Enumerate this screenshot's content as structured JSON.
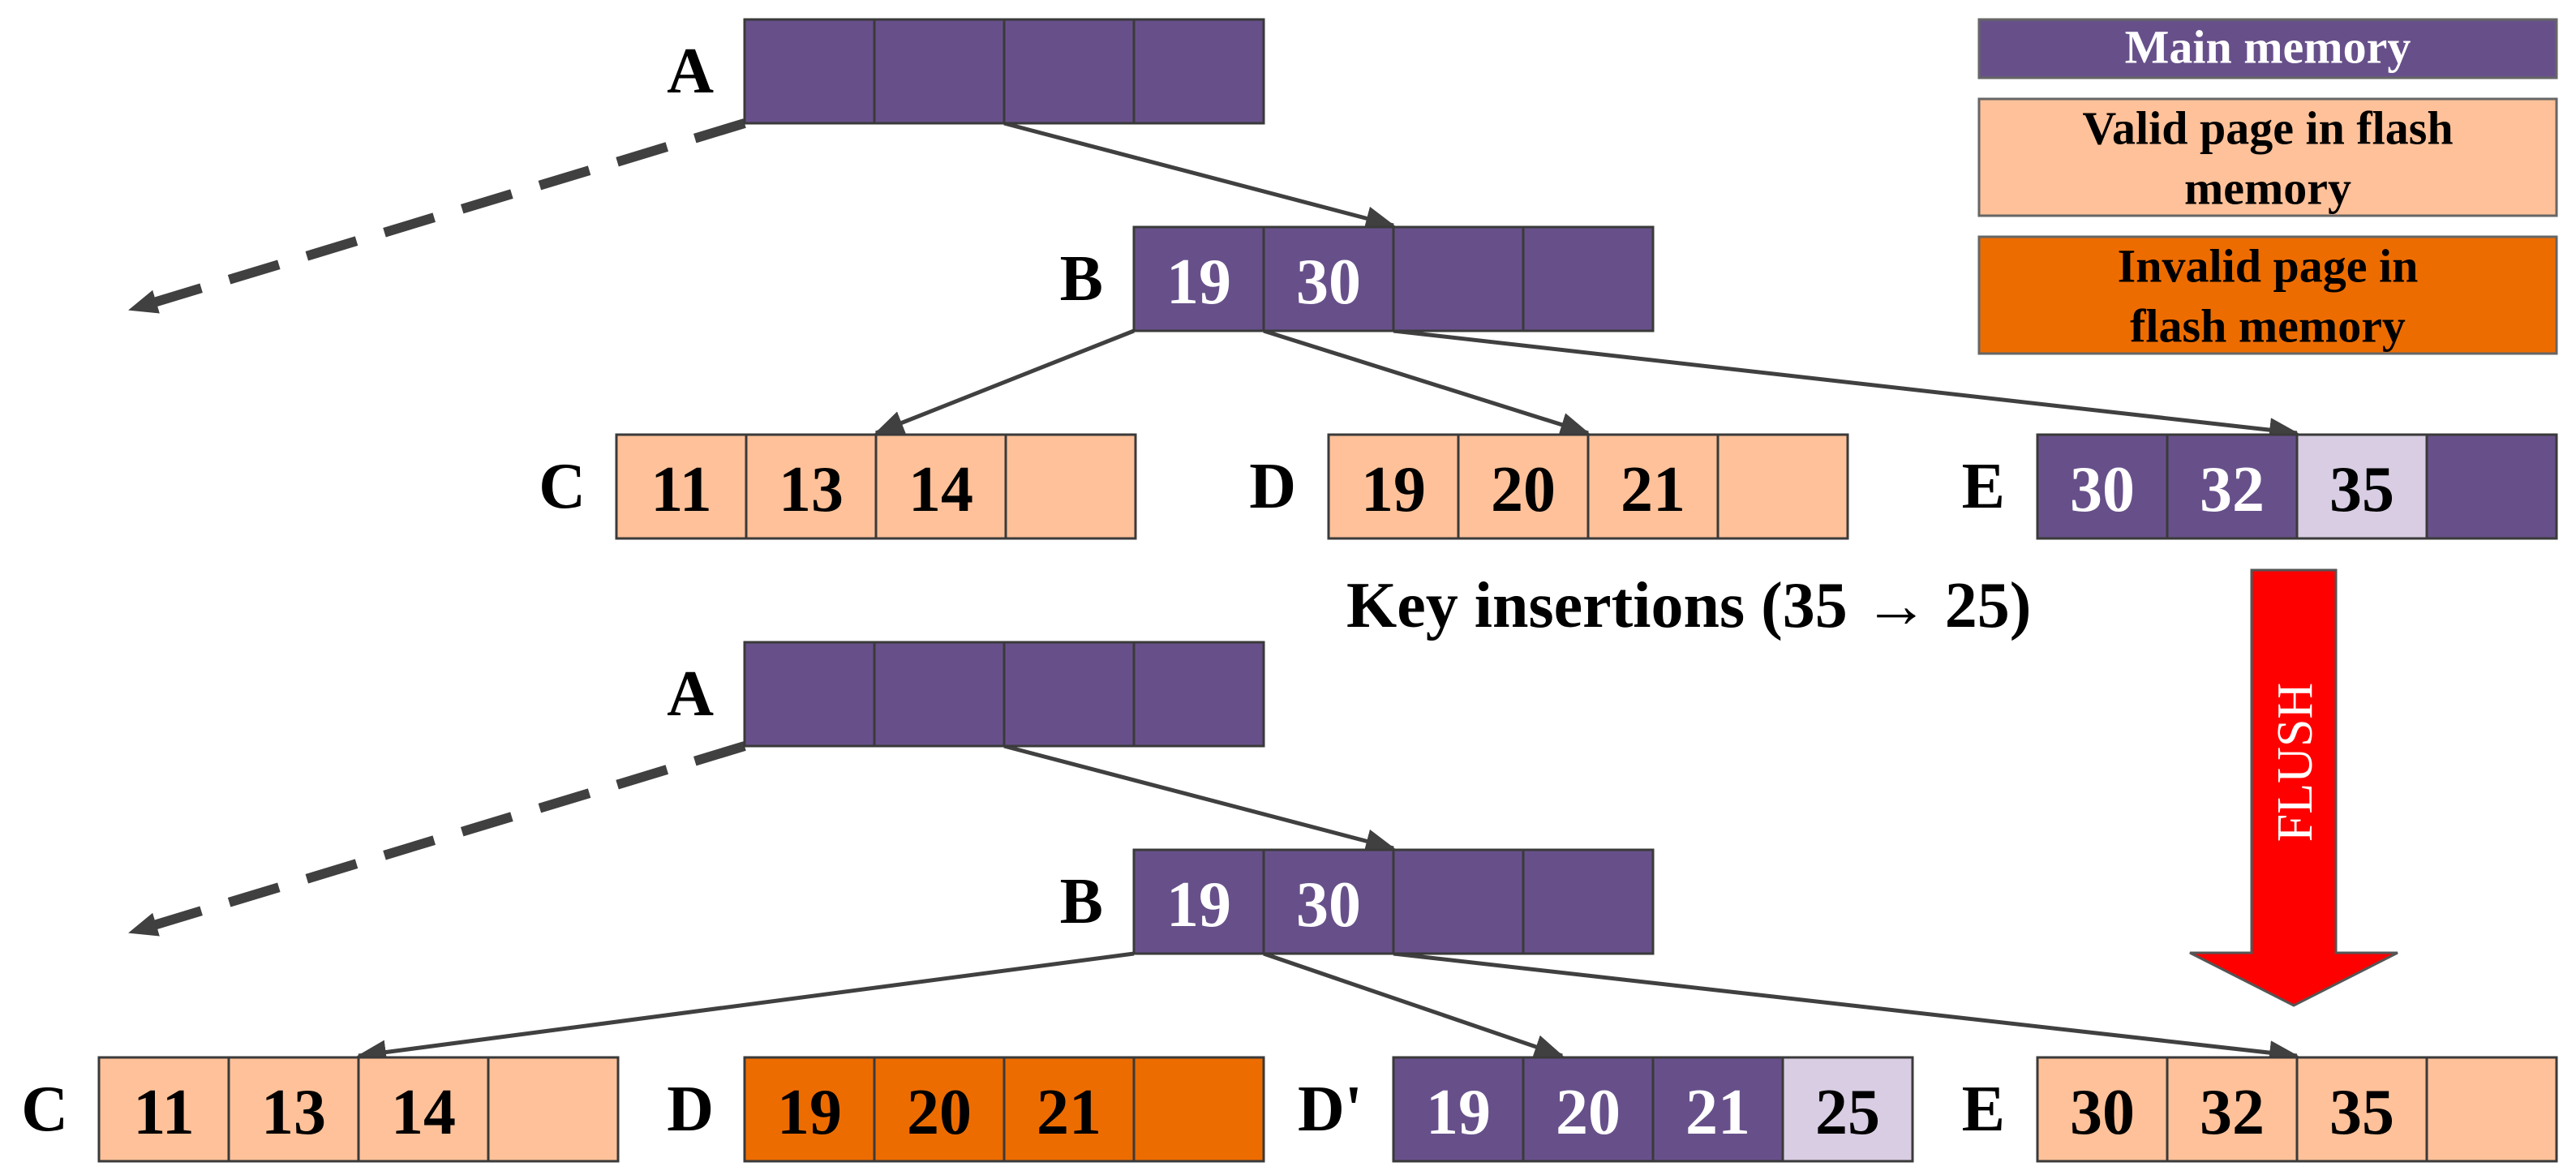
{
  "colors": {
    "main_memory": "#67508a",
    "valid_flash": "#ffc199",
    "invalid_flash": "#ed6c00",
    "new_key": "#d8cde2",
    "flush_arrow": "#ff0000",
    "edge": "#404040"
  },
  "legend": [
    {
      "id": "main",
      "text": "Main memory",
      "color": "main_memory",
      "text_color": "#ffffff"
    },
    {
      "id": "valid",
      "text": "Valid page in flash memory",
      "color": "valid_flash",
      "text_color": "#000000"
    },
    {
      "id": "invalid",
      "text": "Invalid page in flash memory",
      "color": "invalid_flash",
      "text_color": "#000000"
    }
  ],
  "caption": "Key insertions (35 → 25)",
  "flush_label": "FLUSH",
  "before": {
    "nodes": [
      {
        "id": "A",
        "label": "A",
        "color": "main_memory",
        "keys": [
          "",
          "",
          "",
          ""
        ]
      },
      {
        "id": "B",
        "label": "B",
        "color": "main_memory",
        "keys": [
          "19",
          "30",
          "",
          ""
        ]
      },
      {
        "id": "C",
        "label": "C",
        "color": "valid_flash",
        "keys": [
          "11",
          "13",
          "14",
          ""
        ]
      },
      {
        "id": "D",
        "label": "D",
        "color": "valid_flash",
        "keys": [
          "19",
          "20",
          "21",
          ""
        ]
      },
      {
        "id": "E",
        "label": "E",
        "color": "main_memory",
        "keys": [
          "30",
          "32",
          "35",
          ""
        ],
        "new_index": 2
      }
    ]
  },
  "after": {
    "nodes": [
      {
        "id": "A",
        "label": "A",
        "color": "main_memory",
        "keys": [
          "",
          "",
          "",
          ""
        ]
      },
      {
        "id": "B",
        "label": "B",
        "color": "main_memory",
        "keys": [
          "19",
          "30",
          "",
          ""
        ]
      },
      {
        "id": "C",
        "label": "C",
        "color": "valid_flash",
        "keys": [
          "11",
          "13",
          "14",
          ""
        ]
      },
      {
        "id": "D",
        "label": "D",
        "color": "invalid_flash",
        "keys": [
          "19",
          "20",
          "21",
          ""
        ]
      },
      {
        "id": "Dp",
        "label": "D'",
        "color": "main_memory",
        "keys": [
          "19",
          "20",
          "21",
          "25"
        ],
        "new_index": 3
      },
      {
        "id": "E",
        "label": "E",
        "color": "valid_flash",
        "keys": [
          "30",
          "32",
          "35",
          ""
        ]
      }
    ]
  }
}
